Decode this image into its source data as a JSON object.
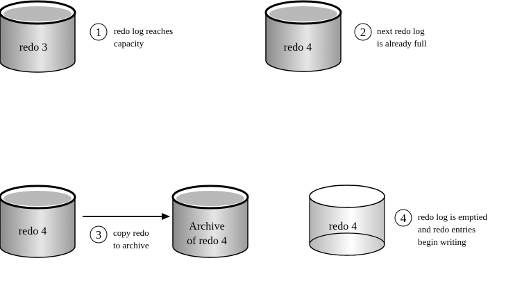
{
  "cylinders": {
    "redo3": {
      "label": "redo 3",
      "state": "full"
    },
    "redo4_full": {
      "label": "redo 4",
      "state": "full"
    },
    "redo4_copy": {
      "label": "redo 4",
      "state": "full"
    },
    "archive": {
      "label_line1": "Archive",
      "label_line2": "of redo 4",
      "state": "full"
    },
    "redo4_empty": {
      "label": "redo 4",
      "state": "empty"
    }
  },
  "steps": [
    {
      "number": "1",
      "line1": "redo log reaches",
      "line2": "capacity",
      "line3": ""
    },
    {
      "number": "2",
      "line1": "next redo log",
      "line2": "is already full",
      "line3": ""
    },
    {
      "number": "3",
      "line1": "copy redo",
      "line2": "to archive",
      "line3": ""
    },
    {
      "number": "4",
      "line1": "redo log is emptied",
      "line2": "and redo entries",
      "line3": "begin writing"
    }
  ],
  "colors": {
    "body_dark": "#8a8a8a",
    "body_light": "#e8e8e8",
    "top_fill": "#b9b9b9",
    "stroke": "#000000"
  }
}
